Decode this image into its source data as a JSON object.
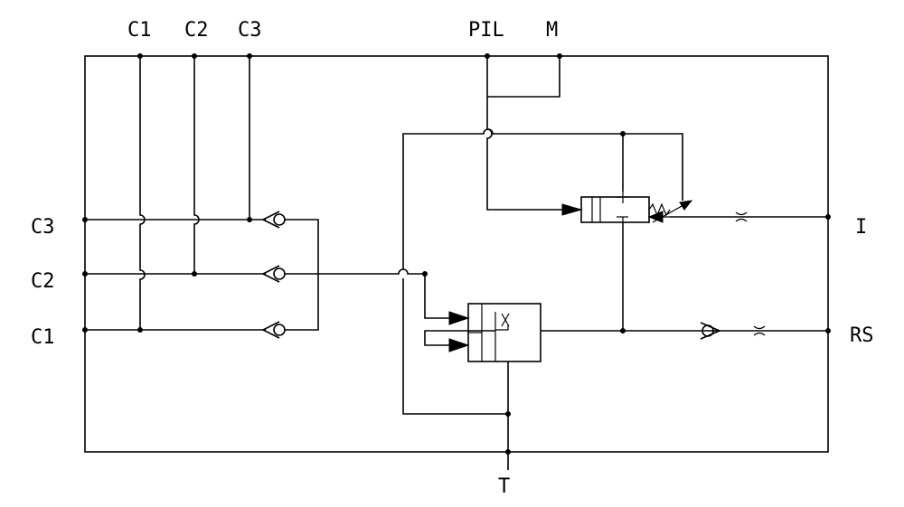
{
  "ports": {
    "top": {
      "c1": "C1",
      "c2": "C2",
      "c3": "C3",
      "pil": "PIL",
      "m": "M"
    },
    "left": {
      "c3": "C3",
      "c2": "C2",
      "c1": "C1"
    },
    "right": {
      "i": "I",
      "rs": "RS"
    },
    "bottom": {
      "t": "T"
    }
  }
}
